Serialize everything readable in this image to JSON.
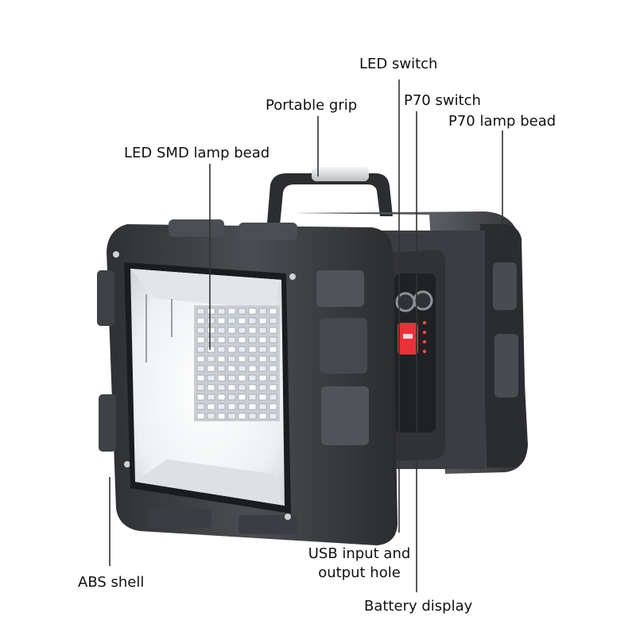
{
  "labels": {
    "led_switch": "LED switch",
    "portable_grip": "Portable grip",
    "p70_switch": "P70 switch",
    "p70_lamp_bead": "P70 lamp bead",
    "led_smd_lamp_bead": "LED SMD lamp bead",
    "usb_line1": "USB input and",
    "usb_line2": "output hole",
    "abs_shell": "ABS shell",
    "battery_display": "Battery display"
  },
  "colors": {
    "shell_dark": "#3a3c3f",
    "shell_mid": "#55585c",
    "lens_glow": "#f3f5f7",
    "led_chip": "#e8edf0",
    "usb_port_red": "#e8323a",
    "leader_line": "#333333"
  },
  "icons": {
    "led_grid": "led-chip-grid",
    "switch_buttons": "round-button-pair",
    "battery_leds": "battery-indicator-dots"
  }
}
